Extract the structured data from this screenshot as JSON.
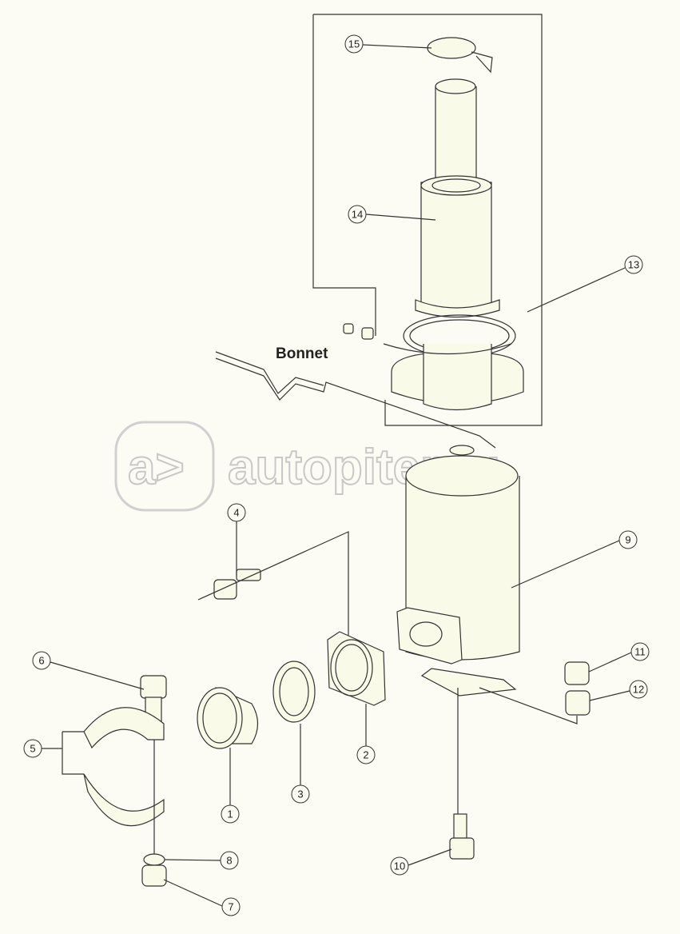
{
  "diagram": {
    "annotation": "Bonnet",
    "watermark": "autopiter.ru",
    "callouts": [
      "1",
      "2",
      "3",
      "4",
      "5",
      "6",
      "7",
      "8",
      "9",
      "10",
      "11",
      "12",
      "13",
      "14",
      "15"
    ]
  },
  "colors": {
    "background": "#fcfcf4",
    "line": "#333333",
    "watermark": "#c8c8c8"
  }
}
